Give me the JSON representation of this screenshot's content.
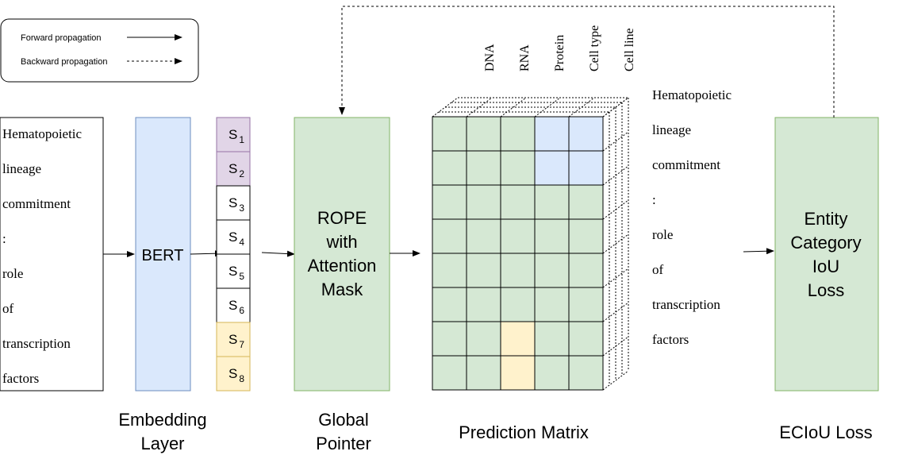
{
  "legend": {
    "forward_label": "Forward propagation",
    "backward_label": "Backward propagation"
  },
  "input_tokens": [
    "Hematopoietic",
    "lineage",
    "commitment",
    ":",
    "role",
    "of",
    "transcription",
    "factors"
  ],
  "bert_label": "BERT",
  "sequence_tokens": [
    {
      "base": "S",
      "sub": "1",
      "color": "#e1d5e7"
    },
    {
      "base": "S",
      "sub": "2",
      "color": "#e1d5e7"
    },
    {
      "base": "S",
      "sub": "3",
      "color": "#ffffff"
    },
    {
      "base": "S",
      "sub": "4",
      "color": "#ffffff"
    },
    {
      "base": "S",
      "sub": "5",
      "color": "#ffffff"
    },
    {
      "base": "S",
      "sub": "6",
      "color": "#ffffff"
    },
    {
      "base": "S",
      "sub": "7",
      "color": "#fff2cc"
    },
    {
      "base": "S",
      "sub": "8",
      "color": "#fff2cc"
    }
  ],
  "rope_lines": [
    "ROPE",
    "with",
    "Attention",
    "Mask"
  ],
  "category_labels": [
    "DNA",
    "RNA",
    "Protein",
    "Cell type",
    "Cell line"
  ],
  "matrix_row_labels": [
    "Hematopoietic",
    "lineage",
    "commitment",
    ":",
    "role",
    "of",
    "transcription",
    "factors"
  ],
  "matrix_highlights": [
    {
      "row": 0,
      "col": 3,
      "color": "#dae8fc"
    },
    {
      "row": 0,
      "col": 4,
      "color": "#dae8fc"
    },
    {
      "row": 1,
      "col": 3,
      "color": "#dae8fc"
    },
    {
      "row": 1,
      "col": 4,
      "color": "#dae8fc"
    },
    {
      "row": 6,
      "col": 2,
      "color": "#fff2cc"
    },
    {
      "row": 7,
      "col": 2,
      "color": "#fff2cc"
    }
  ],
  "loss_box_lines": [
    "Entity",
    "Category",
    "IoU",
    "Loss"
  ],
  "captions": {
    "embedding": [
      "Embedding",
      "Layer"
    ],
    "global_pointer": [
      "Global",
      "Pointer"
    ],
    "prediction_matrix": "Prediction Matrix",
    "eciou": "ECIoU Loss"
  },
  "colors": {
    "green_fill": "#d5e8d4",
    "green_stroke": "#82b366",
    "blue_fill": "#dae8fc",
    "blue_stroke": "#6c8ebf",
    "purple_fill": "#e1d5e7",
    "purple_stroke": "#9673a6",
    "yellow_fill": "#fff2cc",
    "yellow_stroke": "#d6b656"
  }
}
